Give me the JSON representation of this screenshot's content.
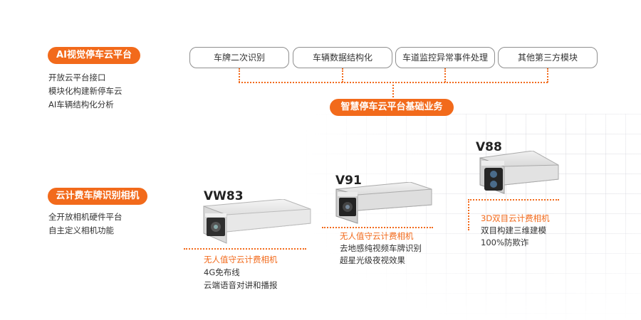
{
  "colors": {
    "accent": "#f26a1b",
    "text": "#333333",
    "border": "#8f8f8f"
  },
  "ai_platform": {
    "title": "AI视觉停车云平台",
    "features": [
      "开放云平台接口",
      "模块化构建新停车云",
      "AI车辆结构化分析"
    ]
  },
  "modules": [
    "车牌二次识别",
    "车辆数据结构化",
    "车道监控异常事件处理",
    "其他第三方模块"
  ],
  "basic_service": "智慧停车云平台基础业务",
  "camera_section": {
    "title": "云计费车牌识别相机",
    "features": [
      "全开放相机硬件平台",
      "自主定义相机功能"
    ]
  },
  "cameras": [
    {
      "model": "VW83",
      "title": "无人值守云计费相机",
      "lines": [
        "4G免布线",
        "云端语音对讲和播报"
      ],
      "icon": "camera-vw83-icon"
    },
    {
      "model": "V91",
      "title": "无人值守云计费相机",
      "lines": [
        "去地感纯视频车牌识别",
        "超星光级夜视效果"
      ],
      "icon": "camera-v91-icon"
    },
    {
      "model": "V88",
      "title": "3D双目云计费相机",
      "lines": [
        "双目构建三维建模",
        "100%防欺诈"
      ],
      "icon": "camera-v88-icon"
    }
  ]
}
